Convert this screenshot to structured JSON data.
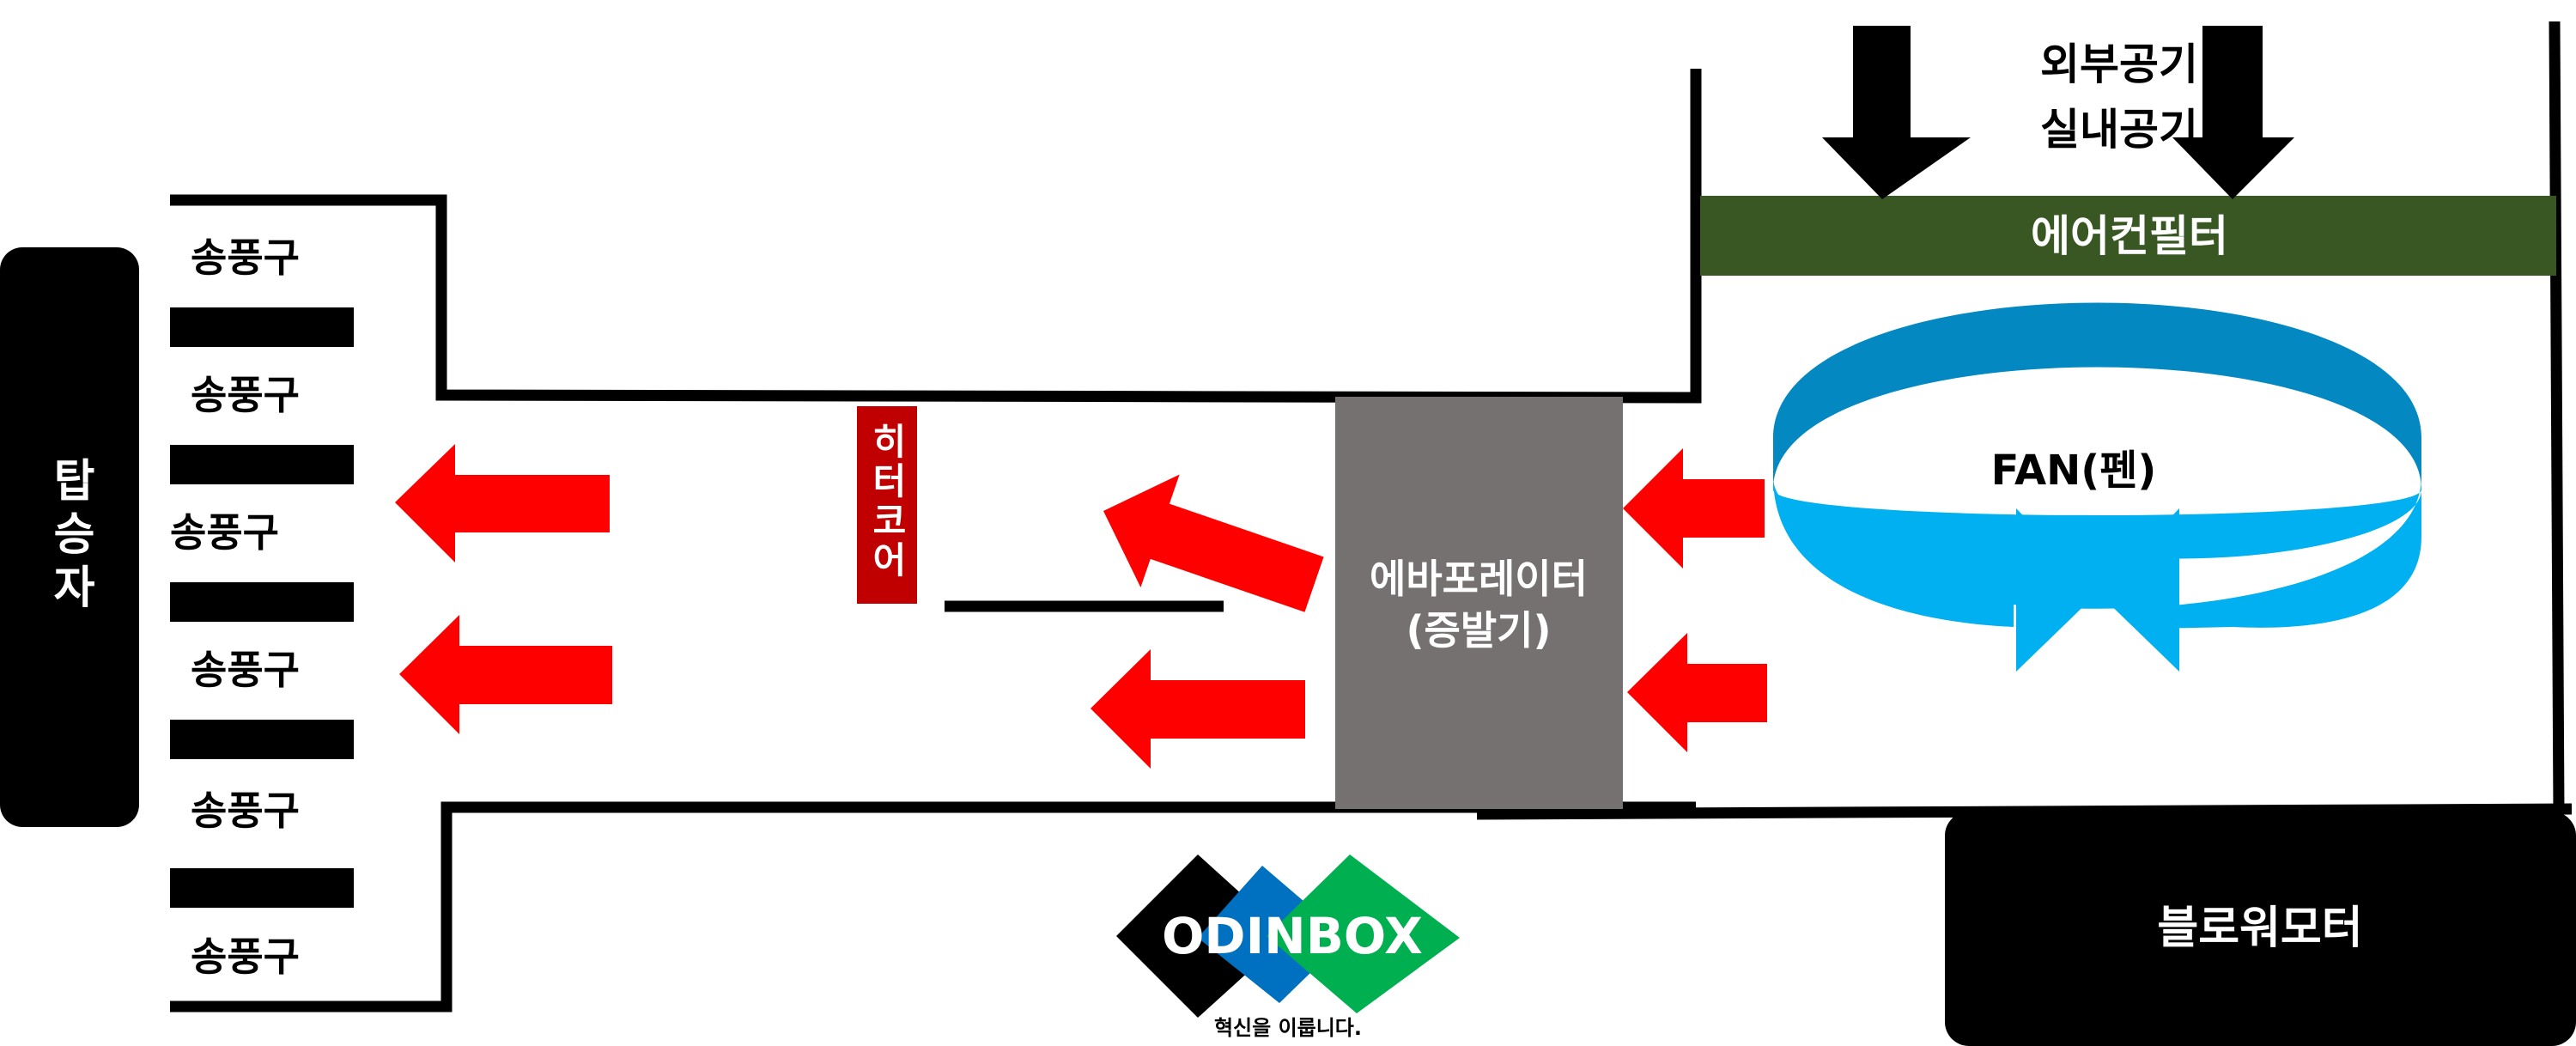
{
  "passenger": "탑승자",
  "vents": [
    "송풍구",
    "송풍구",
    "송풍구",
    "송풍구",
    "송풍구",
    "송풍구"
  ],
  "heater_core": "히터코어",
  "evaporator": {
    "line1": "에바포레이터",
    "line2": "(증발기)"
  },
  "fan": "FAN(펜)",
  "air_filter": "에어컨필터",
  "air_sources": {
    "outside": "외부공기",
    "inside": "실내공기"
  },
  "blower_motor": "블로워모터",
  "logo": {
    "name": "ODINBOX",
    "tagline": "혁신을 이룹니다."
  },
  "colors": {
    "airflow_arrow": "#ff0000",
    "heater_core": "#c00000",
    "evaporator": "#767171",
    "air_filter": "#385723",
    "fan_ring": "#00b0f0",
    "logo_black": "#000000",
    "logo_blue": "#0070c0",
    "logo_green": "#00b050"
  }
}
